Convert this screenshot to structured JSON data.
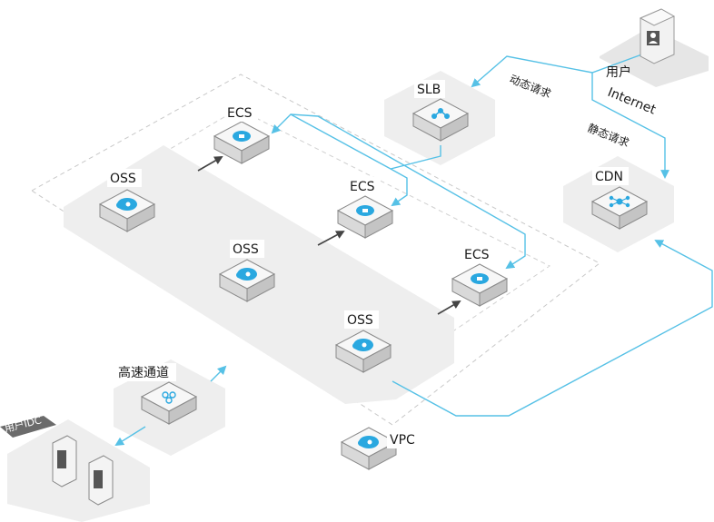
{
  "nodes": {
    "user": "用户",
    "internet": "Internet",
    "slb": "SLB",
    "cdn": "CDN",
    "ecs_1": "ECS",
    "ecs_2": "ECS",
    "ecs_3": "ECS",
    "oss_1": "OSS",
    "oss_2": "OSS",
    "oss_3": "OSS",
    "express_connect": "高速通道",
    "vpc": "VPC",
    "user_idc": "用户IDC"
  },
  "edges": {
    "dynamic_request": "动态请求",
    "static_request": "静态请求"
  },
  "colors": {
    "link": "#56c1e6",
    "icon": "#2aa8e0",
    "arrow": "#444444",
    "dash": "#c8c8c8",
    "platform": "#eeeeee",
    "idc_tag": "#6b6b6b"
  },
  "icons": {
    "user": "user-icon",
    "slb": "load-balancer-icon",
    "cdn": "cdn-icon",
    "ecs": "server-icon",
    "oss": "cloud-storage-icon",
    "express_connect": "express-connect-icon",
    "vpc": "vpc-cloud-icon",
    "idc": "server-cabinet-icon"
  }
}
